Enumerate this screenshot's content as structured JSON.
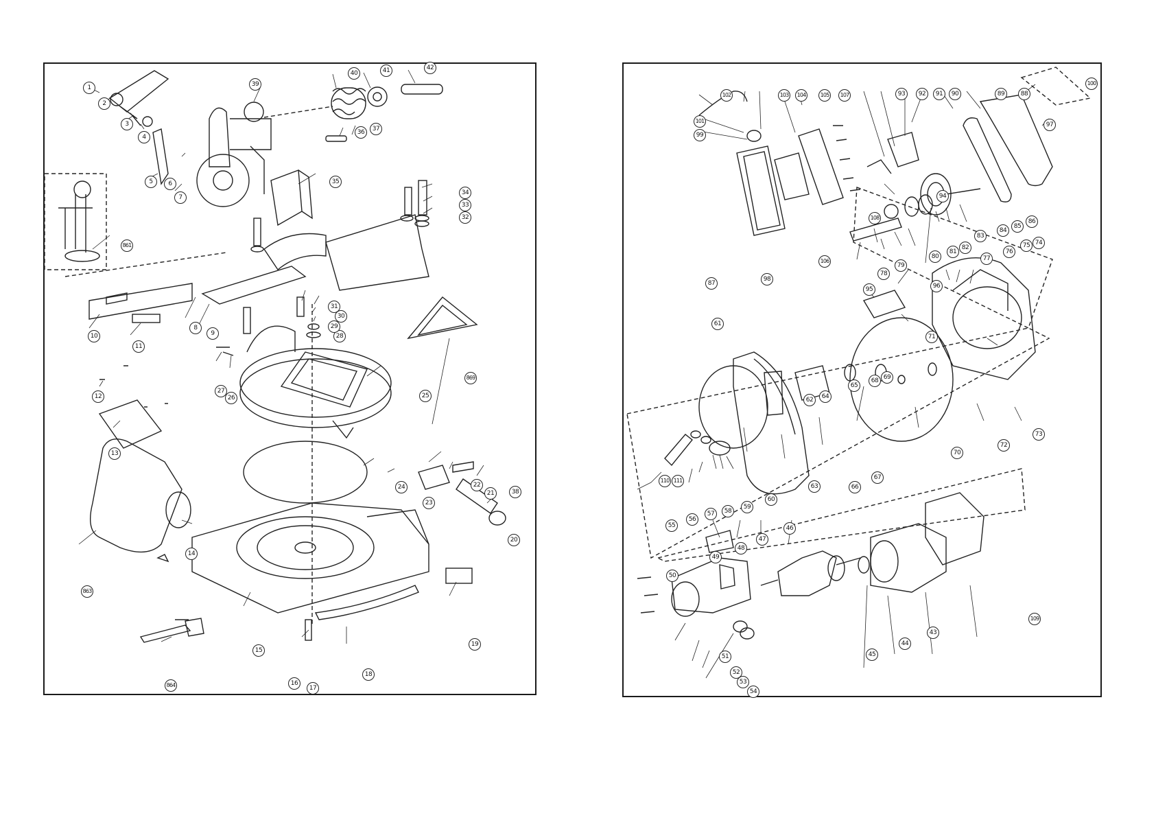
{
  "left_panel": {
    "callouts": [
      "1",
      "2",
      "3",
      "4",
      "5",
      "6",
      "7",
      "8",
      "9",
      "10",
      "11",
      "12",
      "13",
      "14",
      "15",
      "16",
      "17",
      "18",
      "19",
      "20",
      "21",
      "22",
      "23",
      "24",
      "25",
      "26",
      "27",
      "28",
      "29",
      "30",
      "31",
      "32",
      "33",
      "34",
      "35",
      "36",
      "37",
      "38",
      "39",
      "40",
      "41",
      "42",
      "861",
      "863",
      "864",
      "869"
    ]
  },
  "right_panel": {
    "callouts": [
      "43",
      "44",
      "45",
      "46",
      "47",
      "48",
      "49",
      "50",
      "51",
      "52",
      "53",
      "54",
      "55",
      "56",
      "57",
      "58",
      "59",
      "60",
      "61",
      "62",
      "63",
      "64",
      "65",
      "66",
      "67",
      "68",
      "69",
      "70",
      "71",
      "72",
      "73",
      "74",
      "75",
      "76",
      "77",
      "78",
      "79",
      "80",
      "81",
      "82",
      "83",
      "84",
      "85",
      "86",
      "87",
      "88",
      "89",
      "90",
      "91",
      "92",
      "93",
      "94",
      "95",
      "96",
      "97",
      "98",
      "99",
      "100",
      "101",
      "102",
      "103",
      "104",
      "105",
      "106",
      "107",
      "108",
      "109",
      "110",
      "111"
    ]
  }
}
